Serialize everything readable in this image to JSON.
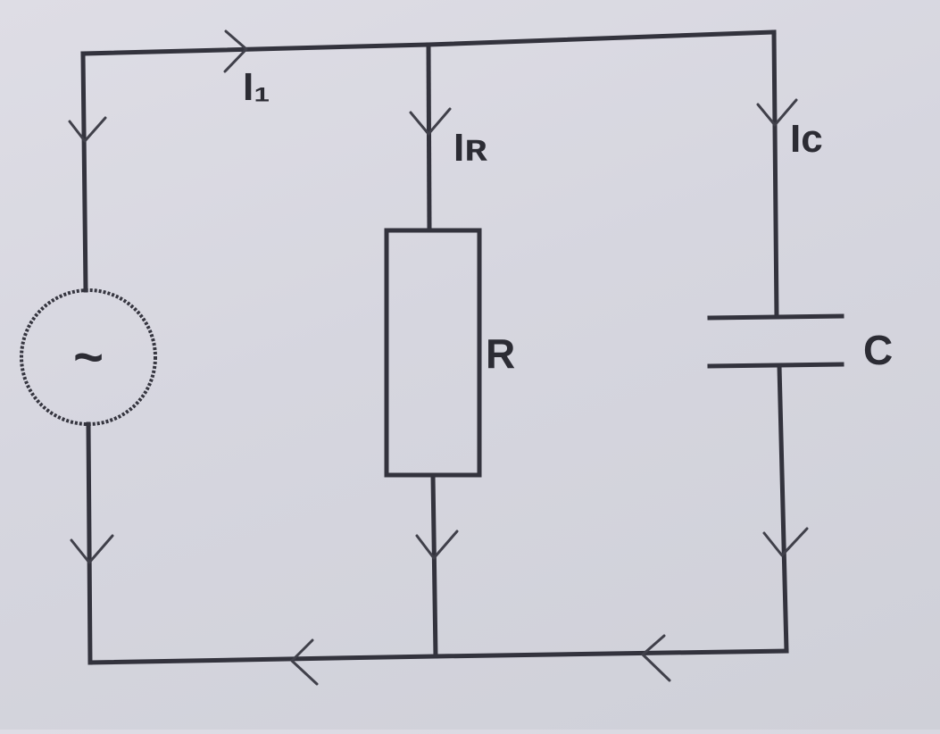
{
  "labels": {
    "source_current": "I₁",
    "resistor_current": "Iʀ",
    "capacitor_current": "Iᴄ",
    "resistor": "R",
    "capacitor": "C",
    "source_symbol": "~"
  },
  "colors": {
    "wire": "#33333d",
    "label": "#2c2c34",
    "paper": "#d8d8e1"
  }
}
